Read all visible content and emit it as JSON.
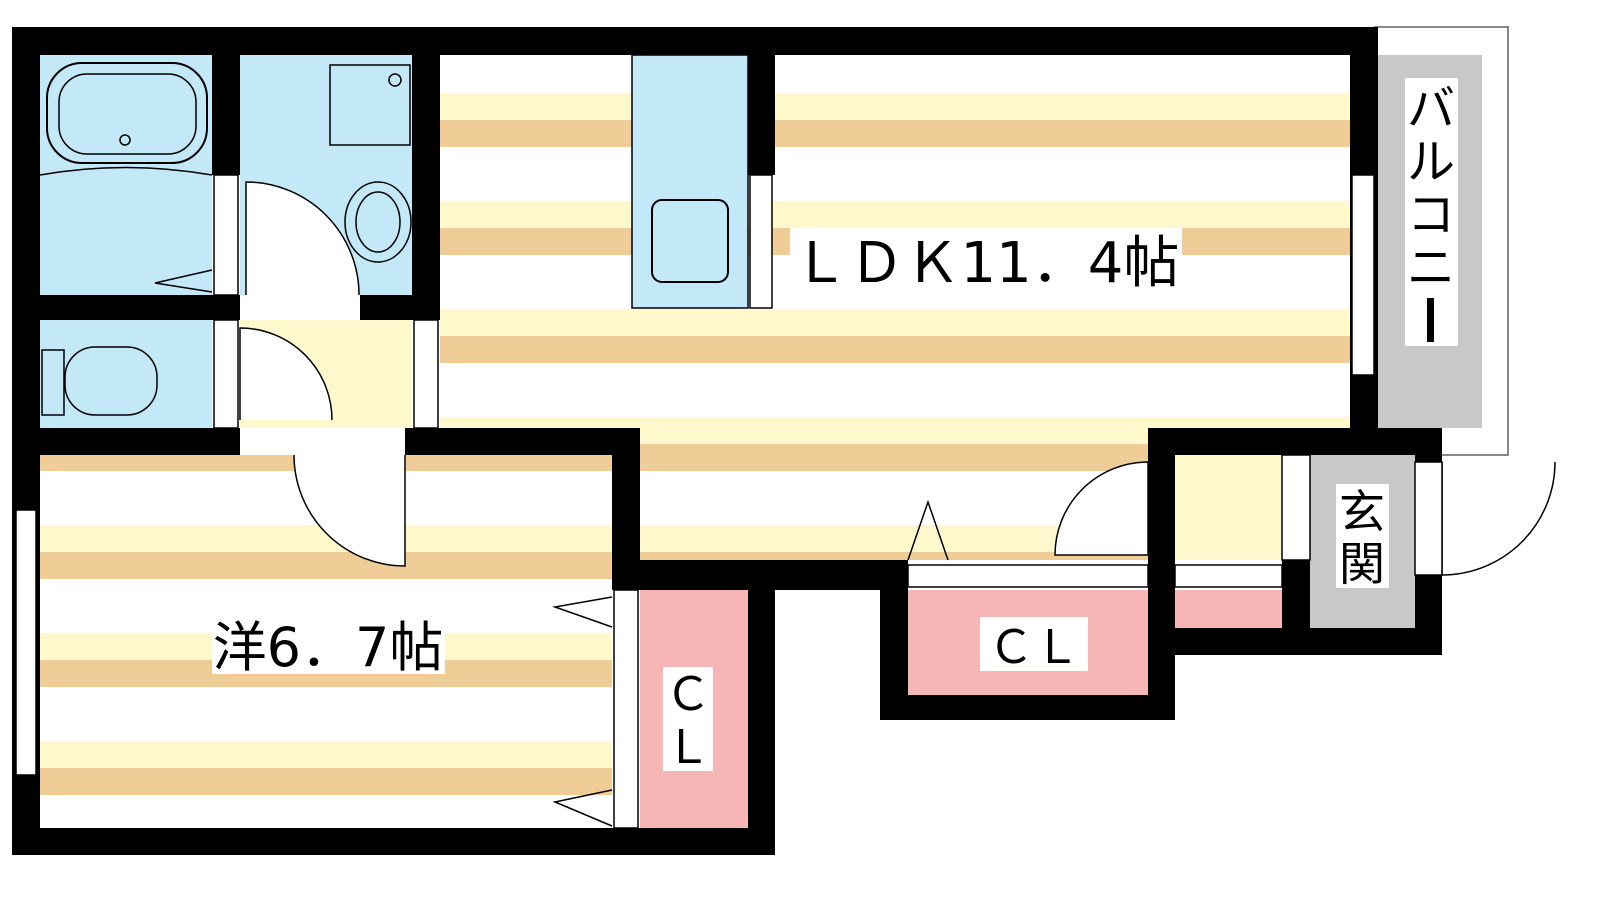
{
  "plan": {
    "ldk_label": "ＬＤＫ11．4帖",
    "western_label": "洋6．7帖",
    "closet_side_label_1": "Ｃ",
    "closet_side_label_2": "Ｌ",
    "closet_bottom_label": "ＣＬ",
    "entrance_label_1": "玄",
    "entrance_label_2": "関",
    "balcony_chars": [
      "バ",
      "ル",
      "コ",
      "ニ",
      "ー"
    ]
  },
  "colors": {
    "wall": "#000000",
    "wet_area": "#c3e8f8",
    "floor_cream": "#fff8cc",
    "floor_tan": "#f0cc96",
    "closet": "#f7b6b6",
    "hall": "#fff8cc",
    "entrance": "#c8c8c8",
    "balcony": "#c8c8c8"
  }
}
